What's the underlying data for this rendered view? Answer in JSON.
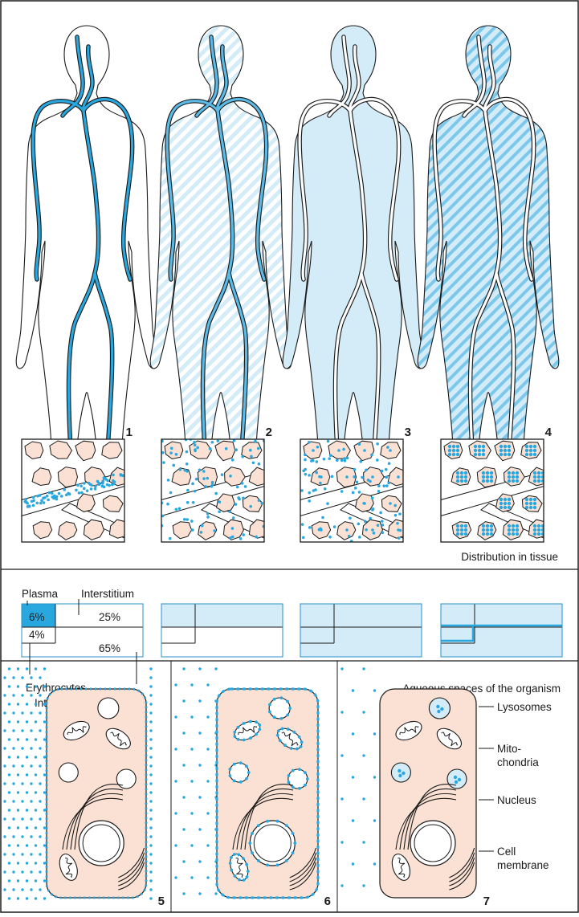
{
  "colors": {
    "blue": "#29a8e0",
    "light_blue": "#d4ecf8",
    "peach": "#fbe1d4",
    "line": "#1a1a1a"
  },
  "figures": [
    {
      "number": "1"
    },
    {
      "number": "2"
    },
    {
      "number": "3"
    },
    {
      "number": "4"
    }
  ],
  "tissue_caption": "Distribution in tissue",
  "compartments": {
    "plasma_label": "Plasma",
    "interstitium_label": "Interstitium",
    "plasma_pct": "6%",
    "interstitium_pct": "25%",
    "erythrocytes_pct": "4%",
    "intracellular_pct": "65%",
    "erythrocytes_label": "Erythrocytes",
    "intracellular_label": "Intracellular space",
    "caption": "Aqueous spaces of the organism"
  },
  "cells": {
    "panels": [
      {
        "number": "5"
      },
      {
        "number": "6"
      },
      {
        "number": "7"
      }
    ],
    "labels": {
      "lysosomes": "Lysosomes",
      "mito_line1": "Mito-",
      "mito_line2": "chondria",
      "nucleus": "Nucleus",
      "membrane_line1": "Cell",
      "membrane_line2": "membrane"
    }
  }
}
